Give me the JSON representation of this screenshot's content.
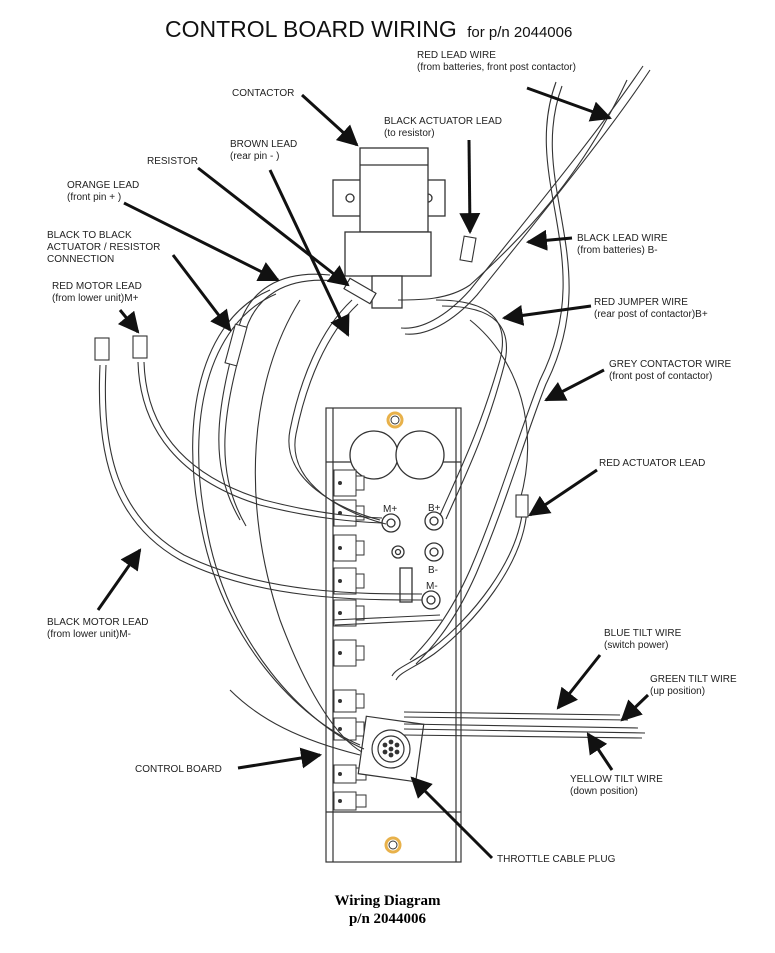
{
  "title": {
    "main": "CONTROL BOARD WIRING",
    "sub": "for p/n 2044006"
  },
  "labels": {
    "red_lead_wire": {
      "line1": "RED LEAD WIRE",
      "line2": "(from batteries, front post contactor)"
    },
    "contactor": {
      "line1": "CONTACTOR"
    },
    "black_actuator_lead": {
      "line1": "BLACK ACTUATOR LEAD",
      "line2": "(to resistor)"
    },
    "brown_lead": {
      "line1": "BROWN LEAD",
      "line2": "(rear pin - )"
    },
    "resistor": {
      "line1": "RESISTOR"
    },
    "orange_lead": {
      "line1": "ORANGE LEAD",
      "line2": "(front pin + )"
    },
    "black_to_black": {
      "line1": "BLACK TO BLACK",
      "line2": "ACTUATOR / RESISTOR",
      "line3": "CONNECTION"
    },
    "black_lead_wire": {
      "line1": "BLACK LEAD WIRE",
      "line2": "(from batteries) B-"
    },
    "red_motor_lead": {
      "line1": "RED MOTOR LEAD",
      "line2": "(from lower unit)M+"
    },
    "red_jumper_wire": {
      "line1": "RED JUMPER WIRE",
      "line2": "(rear post of contactor)B+"
    },
    "grey_contactor_wire": {
      "line1": "GREY CONTACTOR WIRE",
      "line2": "(front post of contactor)"
    },
    "red_actuator_lead": {
      "line1": "RED ACTUATOR LEAD"
    },
    "black_motor_lead": {
      "line1": "BLACK MOTOR LEAD",
      "line2": "(from lower unit)M-"
    },
    "blue_tilt_wire": {
      "line1": "BLUE TILT WIRE",
      "line2": "(switch power)"
    },
    "green_tilt_wire": {
      "line1": "GREEN TILT WIRE",
      "line2": "(up position)"
    },
    "control_board": {
      "line1": "CONTROL BOARD"
    },
    "yellow_tilt_wire": {
      "line1": "YELLOW TILT WIRE",
      "line2": "(down position)"
    },
    "throttle_cable_plug": {
      "line1": "THROTTLE CABLE PLUG"
    }
  },
  "terminals": {
    "m_plus": "M+",
    "b_plus": "B+",
    "b_minus": "B-",
    "m_minus": "M-"
  },
  "caption": {
    "line1": "Wiring Diagram",
    "line2": "p/n 2044006"
  },
  "colors": {
    "line": "#333333",
    "accent_ring": "#e8b14a"
  }
}
